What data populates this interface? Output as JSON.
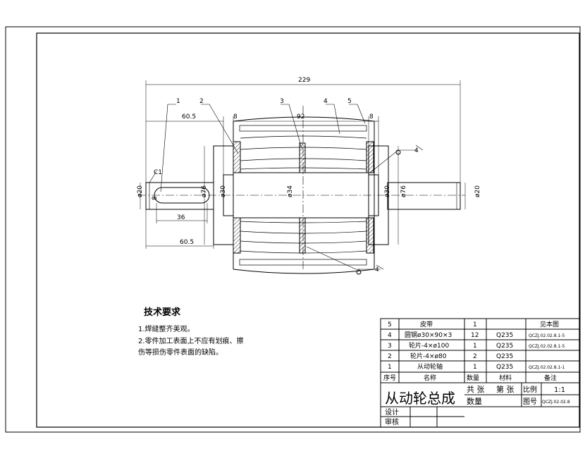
{
  "dimensions": {
    "overall": "229",
    "left_60_5_top": "60.5",
    "flange_8_left": "8",
    "hub_92": "92",
    "flange_8_right": "8",
    "keyway_36": "36",
    "left_60_5_bottom": "60.5",
    "key_8": "8",
    "dia20_left": "ø20",
    "dia76_left": "ø76",
    "dia30_left": "ø30",
    "dia34": "ø34",
    "dia30_right": "ø30",
    "dia76_right": "ø76",
    "dia20_right": "ø20",
    "chamfer": "C1"
  },
  "balloons": [
    "1",
    "2",
    "3",
    "4",
    "5"
  ],
  "weld_symbols": [
    "4",
    "4"
  ],
  "notes": {
    "title": "技术要求",
    "line1": "1.焊缝整齐美观。",
    "line2a": "2.零件加工表面上不应有划痕、擦",
    "line2b": "伤等损伤零件表面的缺陷。"
  },
  "bom": {
    "rows": [
      {
        "no": "5",
        "name": "皮带",
        "qty": "1",
        "material": "",
        "remark": "见本图"
      },
      {
        "no": "4",
        "name": "圆钢ø30×90×3",
        "qty": "12",
        "material": "Q235",
        "remark": "QCZJ.02.02.8.1-5"
      },
      {
        "no": "3",
        "name": "轮片-4×ø100",
        "qty": "1",
        "material": "Q235",
        "remark": "QCZJ.02.02.8.1-5"
      },
      {
        "no": "2",
        "name": "轮片-4×ø80",
        "qty": "2",
        "material": "Q235",
        "remark": ""
      },
      {
        "no": "1",
        "name": "从动轮轴",
        "qty": "1",
        "material": "Q235",
        "remark": "QCZJ.02.02.8.1-1"
      }
    ],
    "header": {
      "no": "序号",
      "name": "名称",
      "qty": "数量",
      "material": "材料",
      "remark": "备注"
    }
  },
  "title_block": {
    "drawing_title": "从动轮总成",
    "total_sheets": "共 张",
    "sheet_no": "第 张",
    "scale_label": "比例",
    "scale_value": "1:1",
    "quantity_label": "数量",
    "drawing_no_label": "图号",
    "drawing_no": "QCZJ.02.02.8",
    "designer": "设计",
    "reviewer": "审核"
  }
}
